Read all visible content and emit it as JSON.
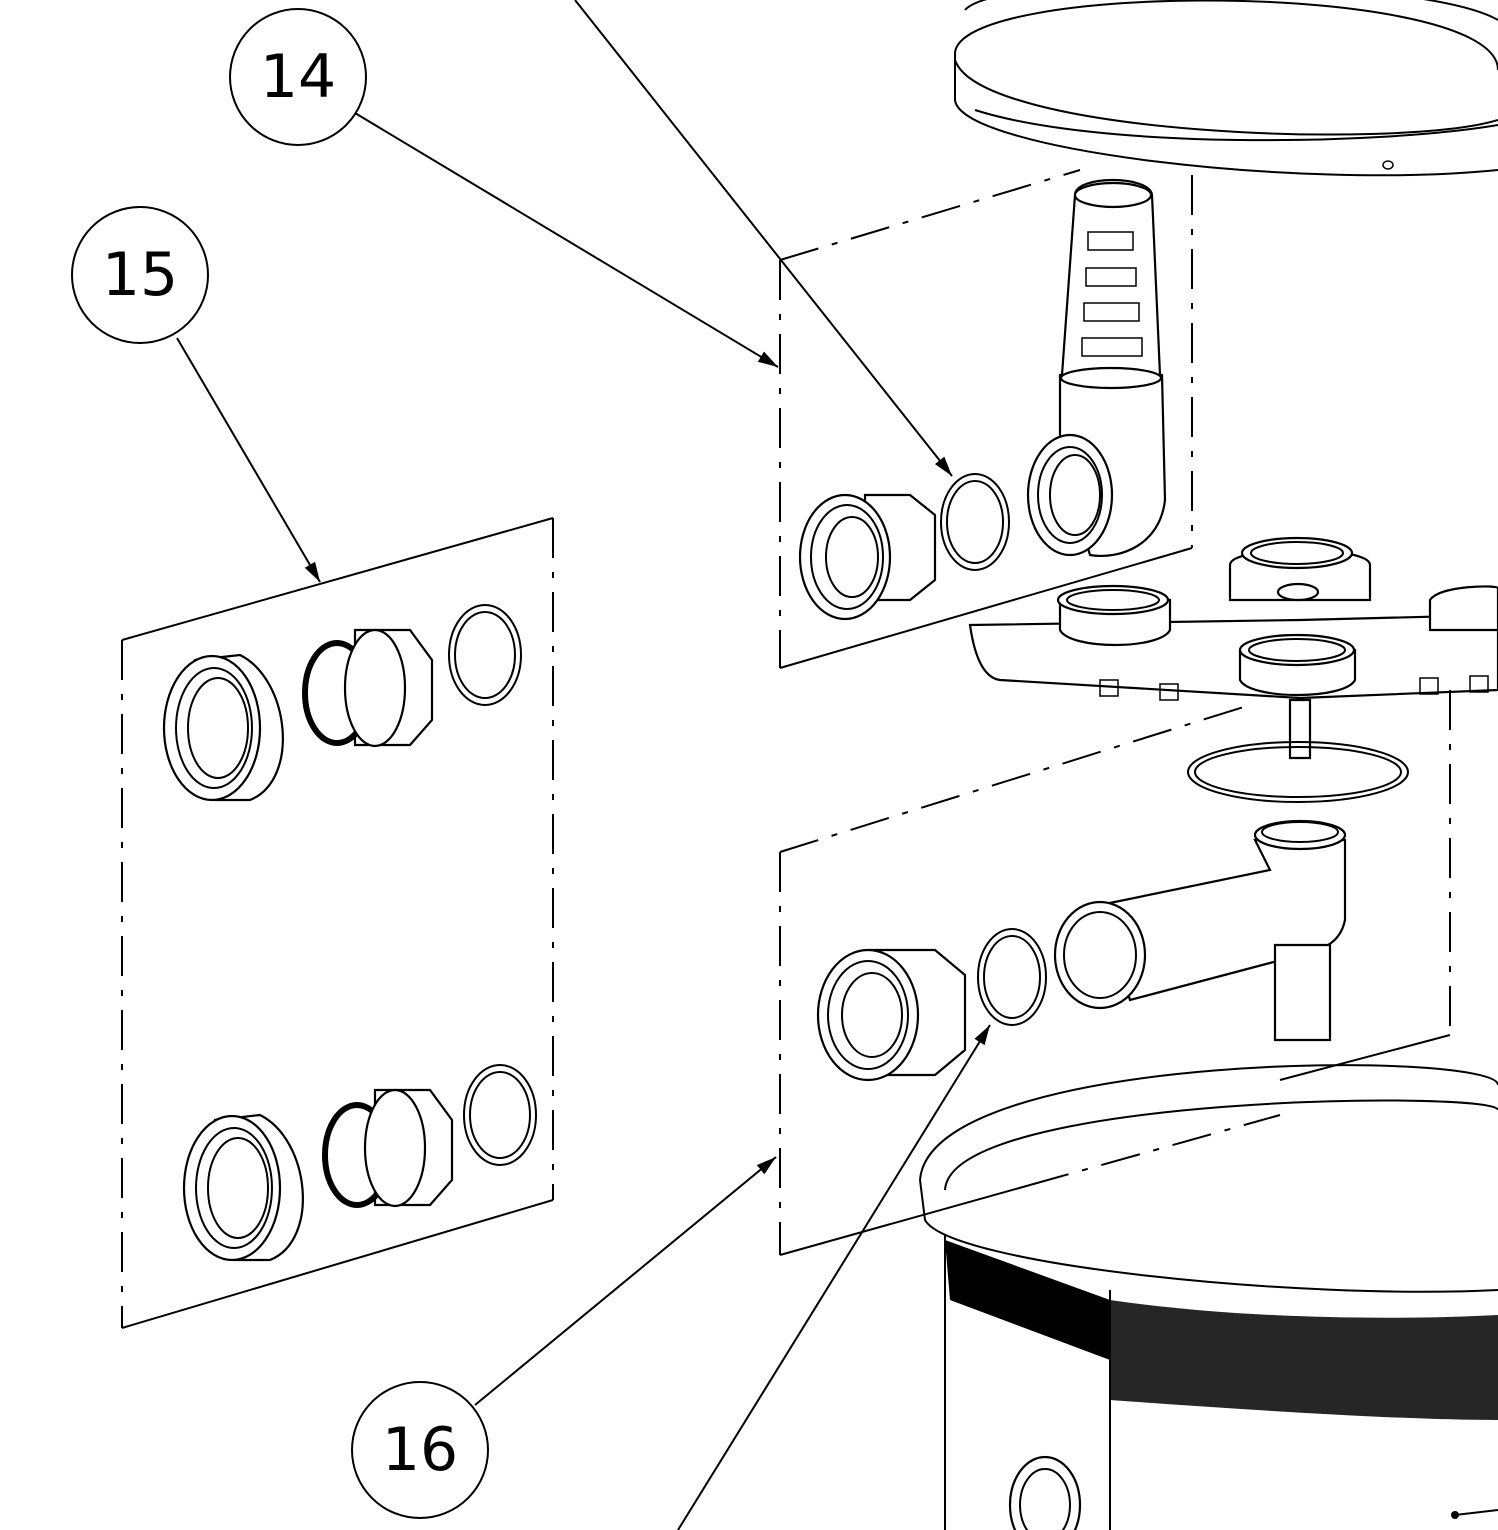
{
  "callouts": [
    {
      "id": "14",
      "label": "14"
    },
    {
      "id": "15",
      "label": "15"
    },
    {
      "id": "16",
      "label": "16"
    }
  ],
  "colors": {
    "line": "#000000",
    "background": "#ffffff"
  }
}
